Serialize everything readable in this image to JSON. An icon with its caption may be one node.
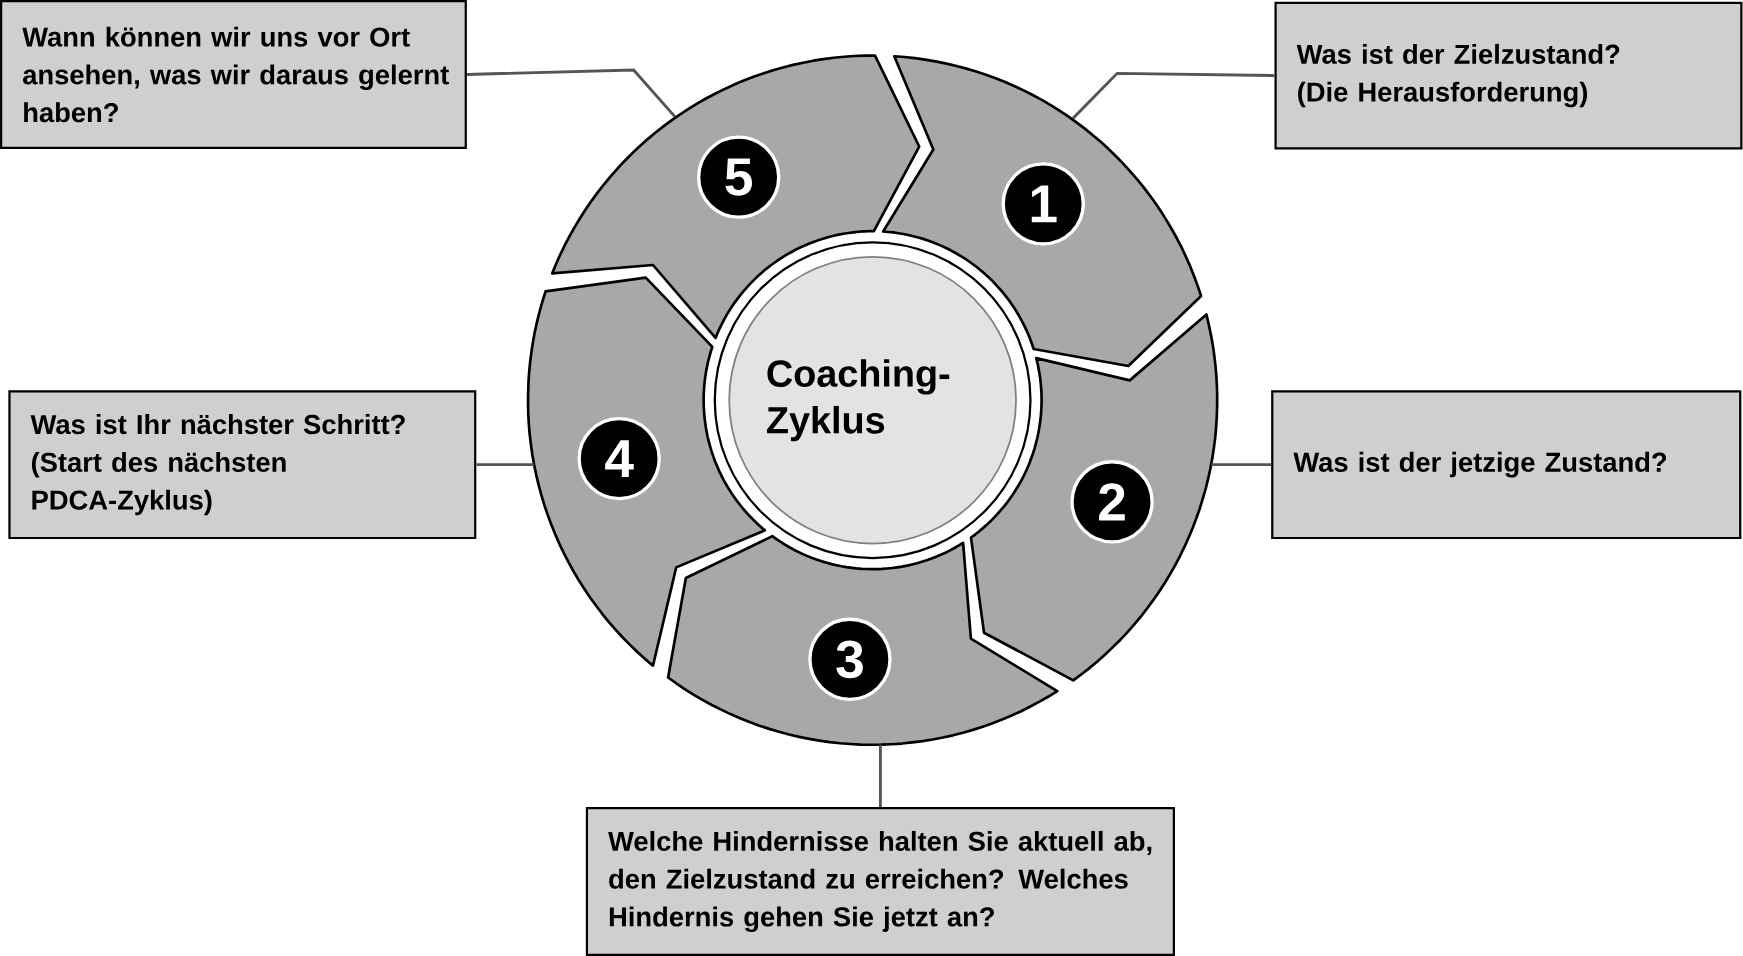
{
  "diagram": {
    "nodes": [
      {
        "text": [
          "Coaching-Zyklus"
        ]
      },
      {
        "text": [
          "1"
        ]
      },
      {
        "text": [
          "2"
        ]
      },
      {
        "text": [
          "3"
        ]
      },
      {
        "text": [
          "4"
        ]
      },
      {
        "text": [
          "5"
        ]
      },
      {
        "text": [
          "Was ist der Zielzustand? (Die Herausforderung)"
        ]
      },
      {
        "text": [
          "Was ist der jetzige Zustand?"
        ]
      },
      {
        "text": [
          "Welche Hindernisse halten Sie aktuell ab, den Zielzustand zu erreichen? Welches Hindernis gehen Sie jetzt an?"
        ]
      },
      {
        "text": [
          "Was ist Ihr nächster Schritt? (Start des nächsten PDCA-Zyklus)"
        ]
      },
      {
        "text": [
          "Wann können wir uns vor Ort ansehen, was wir daraus gelernt haben?"
        ]
      }
    ],
    "edges": [
      {
        "from": 6,
        "to": 1,
        "arrow": "none"
      },
      {
        "from": 7,
        "to": 2,
        "arrow": "none"
      },
      {
        "from": 8,
        "to": 3,
        "arrow": "none"
      },
      {
        "from": 9,
        "to": 4,
        "arrow": "none"
      },
      {
        "from": 10,
        "to": 5,
        "arrow": "none"
      }
    ]
  }
}
